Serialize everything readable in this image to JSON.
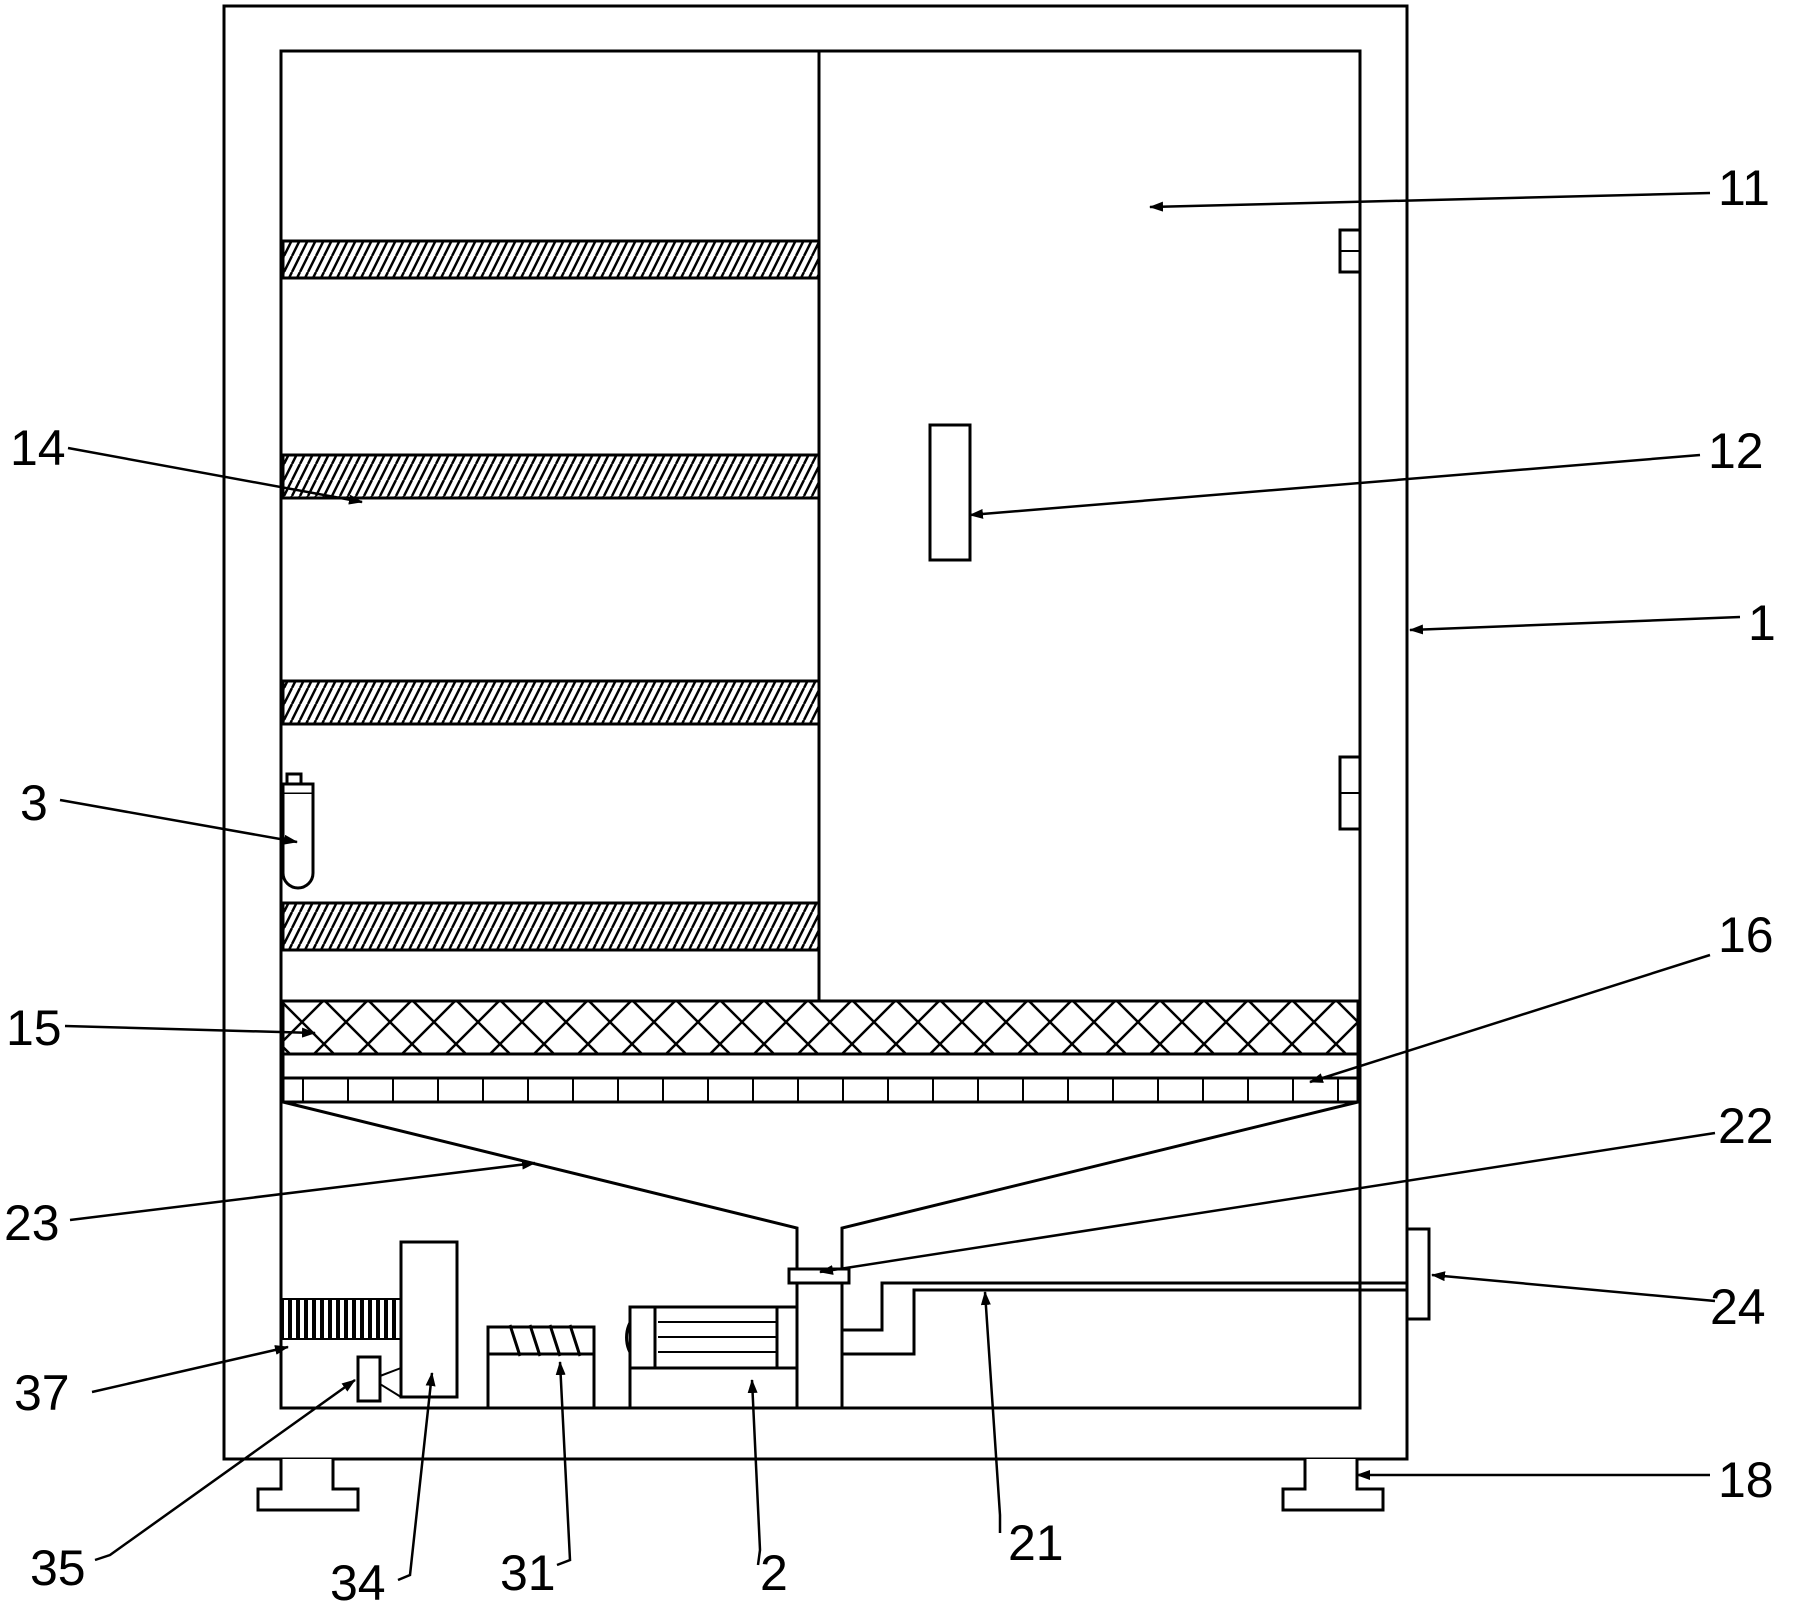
{
  "colors": {
    "line": "#000000",
    "background": "#ffffff"
  },
  "labels": [
    {
      "id": "11",
      "text": "11"
    },
    {
      "id": "12",
      "text": "12"
    },
    {
      "id": "1",
      "text": "1"
    },
    {
      "id": "14",
      "text": "14"
    },
    {
      "id": "3",
      "text": "3"
    },
    {
      "id": "16",
      "text": "16"
    },
    {
      "id": "15",
      "text": "15"
    },
    {
      "id": "22",
      "text": "22"
    },
    {
      "id": "23",
      "text": "23"
    },
    {
      "id": "24",
      "text": "24"
    },
    {
      "id": "37",
      "text": "37"
    },
    {
      "id": "18",
      "text": "18"
    },
    {
      "id": "21",
      "text": "21"
    },
    {
      "id": "35",
      "text": "35"
    },
    {
      "id": "34",
      "text": "34"
    },
    {
      "id": "31",
      "text": "31"
    },
    {
      "id": "2",
      "text": "2"
    }
  ]
}
